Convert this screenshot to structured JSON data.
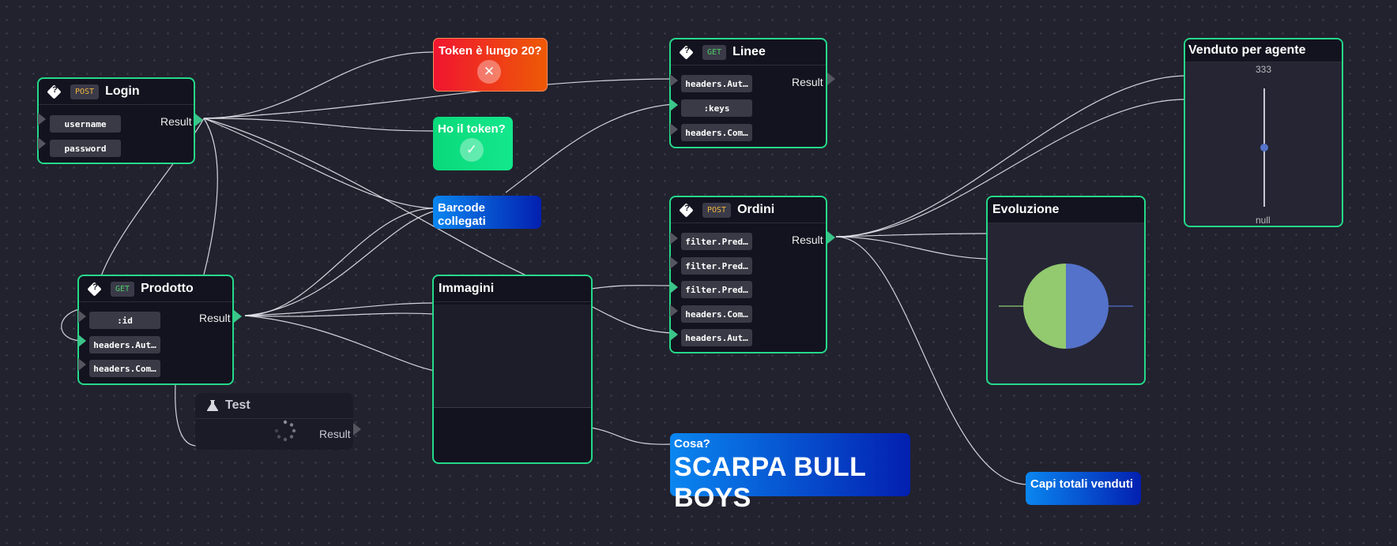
{
  "canvas": {
    "background": "#22222e",
    "wire_color": "#e6e6ee",
    "node_border": "#25d98a"
  },
  "nodes": {
    "login": {
      "icon": "api-diamond-icon",
      "method": "POST",
      "title": "Login",
      "params": [
        "username",
        "password"
      ],
      "output": "Result"
    },
    "prodotto": {
      "icon": "api-diamond-icon",
      "method": "GET",
      "title": "Prodotto",
      "params": [
        ":id",
        "headers.Aut…",
        "headers.Com…"
      ],
      "output": "Result"
    },
    "test": {
      "icon": "flask-icon",
      "title": "Test",
      "output": "Result",
      "status_icon": "loading-spinner-icon"
    },
    "linee": {
      "icon": "api-diamond-icon",
      "method": "GET",
      "title": "Linee",
      "params": [
        "headers.Aut…",
        ":keys",
        "headers.Com…"
      ],
      "output": "Result"
    },
    "ordini": {
      "icon": "api-diamond-icon",
      "method": "POST",
      "title": "Ordini",
      "params": [
        "filter.Pred…",
        "filter.Pred…",
        "filter.Pred…",
        "headers.Com…",
        "headers.Aut…"
      ],
      "output": "Result"
    },
    "immagini": {
      "title": "Immagini"
    },
    "evoluzione": {
      "title": "Evoluzione",
      "chart_data": {
        "type": "pie",
        "values": [
          50,
          50
        ],
        "colors": [
          "#5472c9",
          "#93c96f"
        ]
      }
    },
    "venduto": {
      "title": "Venduto per agente",
      "slider_max_label": "333",
      "slider_min_label": "null",
      "accent": "#5472c9"
    }
  },
  "cards": {
    "token_lungo": {
      "title": "Token è lungo 20?",
      "state_icon": "cross-icon",
      "glyph": "✕",
      "gradient": [
        "#f01530",
        "#ee5a06"
      ]
    },
    "ho_token": {
      "title": "Ho il token?",
      "state_icon": "check-icon",
      "glyph": "✓",
      "gradient": [
        "#0ad97a",
        "#13e88c"
      ]
    },
    "barcode": {
      "title": "Barcode collegati",
      "gradient": [
        "#0a86f0",
        "#0320b0"
      ]
    },
    "cosa": {
      "title": "Cosa?",
      "value": "SCARPA BULL BOYS",
      "gradient": [
        "#0a86f0",
        "#0320b0"
      ]
    },
    "capi": {
      "title": "Capi totali venduti",
      "gradient": [
        "#0a86f0",
        "#0320b0"
      ]
    }
  }
}
